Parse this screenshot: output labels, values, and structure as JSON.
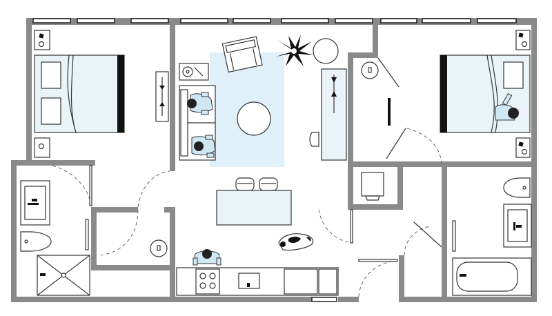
{
  "plan": {
    "colors": {
      "wall": "#8a8a8a",
      "rug": "#dff0fa",
      "bedding": "#eaf4f8",
      "shirt": "#cfe8f4",
      "line": "#333333"
    },
    "rooms": [
      "bedroom-left",
      "living-room",
      "bedroom-right",
      "bathroom-left",
      "kitchen",
      "hallway",
      "bathroom-right",
      "closet"
    ]
  }
}
